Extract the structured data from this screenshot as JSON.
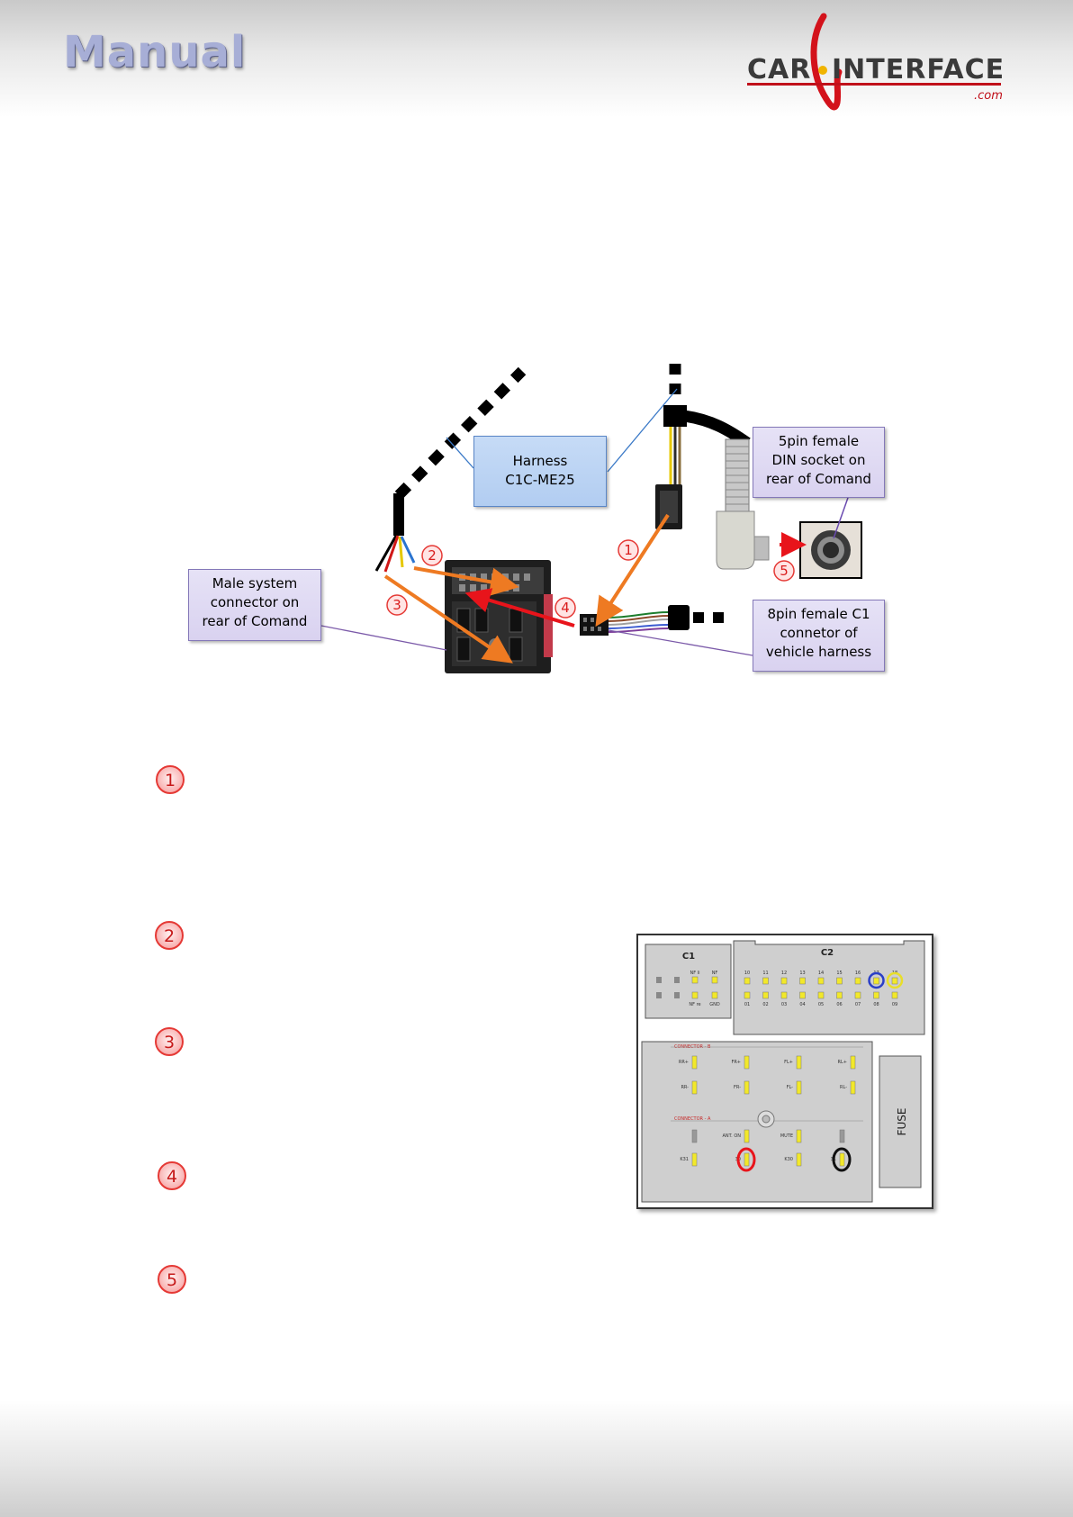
{
  "header": {
    "manual_title": "Manual",
    "logo_text_left": "CAR",
    "logo_text_right": "INTERFACE",
    "logo_domain": ".com"
  },
  "diagram": {
    "callouts": {
      "harness": [
        "Harness",
        "C1C-ME25"
      ],
      "din_socket": [
        "5pin female",
        "DIN socket on",
        "rear of Comand"
      ],
      "male_connector": [
        "Male system",
        "connector on",
        "rear of Comand"
      ],
      "c1_connector": [
        "8pin female C1",
        "connetor of",
        "vehicle harness"
      ]
    },
    "markers": [
      "1",
      "2",
      "3",
      "4",
      "5"
    ]
  },
  "steps": [
    "1",
    "2",
    "3",
    "4",
    "5"
  ],
  "pinout": {
    "c1_label": "C1",
    "c2_label": "C2",
    "c1_pins_top": [
      "NF li",
      "NF"
    ],
    "c1_pins_bottom": [
      "NF re",
      "GND"
    ],
    "c2_pins_top": [
      "10",
      "11",
      "12",
      "13",
      "14",
      "15",
      "16",
      "17",
      "18"
    ],
    "c2_pins_bottom": [
      "01",
      "02",
      "03",
      "04",
      "05",
      "06",
      "07",
      "08",
      "09"
    ],
    "connector_b_label": "CONNECTOR - B",
    "connector_a_label": "CONNECTOR - A",
    "b_row1": [
      "RR+",
      "FR+",
      "FL+",
      "RL+"
    ],
    "b_row2": [
      "RR-",
      "FR-",
      "FL-",
      "RL-"
    ],
    "a_row1": [
      "ANT. ON",
      "MUTE"
    ],
    "a_row2": [
      "K31",
      "30",
      "K30",
      "31"
    ],
    "fuse_label": "FUSE"
  },
  "colors": {
    "marker_red": "#e53935",
    "orange_arrow": "#ee7a22",
    "red_arrow": "#e8141b",
    "pin_yellow": "#f2e82a"
  }
}
